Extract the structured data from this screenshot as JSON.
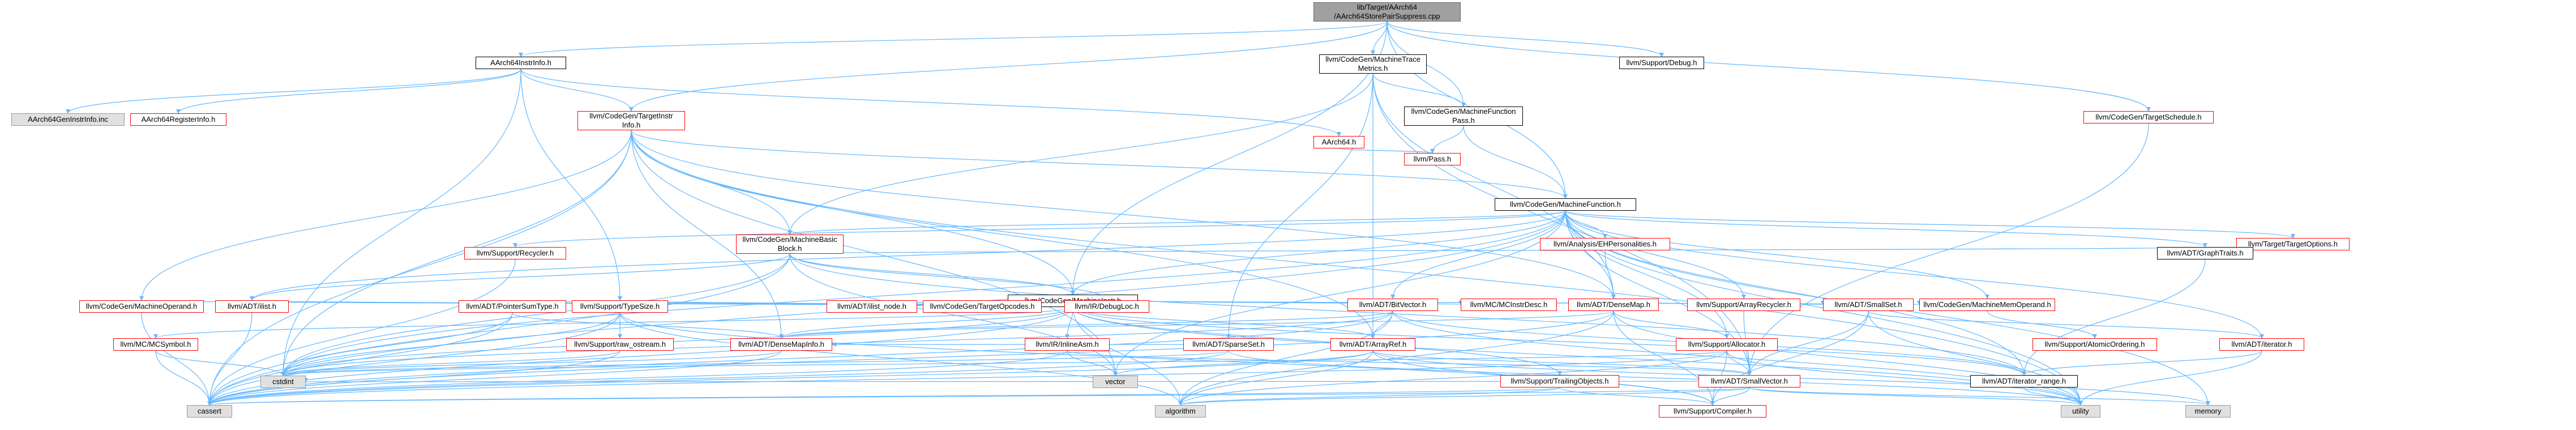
{
  "colors": {
    "edge": "#63b8ff",
    "edge_dark": "#4682b4",
    "node_border_red": "#ff0000",
    "node_border_black": "#000000",
    "node_border_gray": "#999999",
    "node_fill_gray": "#e0e0e0",
    "root_fill": "#a0a0a0"
  },
  "graph": {
    "nodes": [
      {
        "id": "root",
        "label": "lib/Target/AArch64\n/AArch64StorePairSuppress.cpp",
        "style": "root"
      },
      {
        "id": "aarch64instrinfo_h",
        "label": "AArch64InstrInfo.h",
        "style": "black"
      },
      {
        "id": "machinetracemetrics",
        "label": "llvm/CodeGen/MachineTrace\nMetrics.h",
        "style": "black"
      },
      {
        "id": "debug_h",
        "label": "llvm/Support/Debug.h",
        "style": "black"
      },
      {
        "id": "aarch64geninstrinfo",
        "label": "AArch64GenInstrInfo.inc",
        "style": "gray"
      },
      {
        "id": "aarch64registerinfo",
        "label": "AArch64RegisterInfo.h",
        "style": "red"
      },
      {
        "id": "targetinstrinfo",
        "label": "llvm/CodeGen/TargetInstr\nInfo.h",
        "style": "red"
      },
      {
        "id": "aarch64_h",
        "label": "AArch64.h",
        "style": "red"
      },
      {
        "id": "machinefunctionpass",
        "label": "llvm/CodeGen/MachineFunction\nPass.h",
        "style": "black"
      },
      {
        "id": "targetschedule",
        "label": "llvm/CodeGen/TargetSchedule.h",
        "style": "red"
      },
      {
        "id": "pass_h",
        "label": "llvm/Pass.h",
        "style": "red"
      },
      {
        "id": "machinefunction",
        "label": "llvm/CodeGen/MachineFunction.h",
        "style": "black"
      },
      {
        "id": "machinebasicblock",
        "label": "llvm/CodeGen/MachineBasic\nBlock.h",
        "style": "red"
      },
      {
        "id": "ehpersonalities",
        "label": "llvm/Analysis/EHPersonalities.h",
        "style": "red"
      },
      {
        "id": "targetoptions",
        "label": "llvm/Target/TargetOptions.h",
        "style": "red"
      },
      {
        "id": "recycler",
        "label": "llvm/Support/Recycler.h",
        "style": "red"
      },
      {
        "id": "graphtraits",
        "label": "llvm/ADT/GraphTraits.h",
        "style": "black"
      },
      {
        "id": "machineinstr",
        "label": "llvm/CodeGen/MachineInstr.h",
        "style": "black"
      },
      {
        "id": "machineoperand",
        "label": "llvm/CodeGen/MachineOperand.h",
        "style": "red"
      },
      {
        "id": "ilist_h",
        "label": "llvm/ADT/ilist.h",
        "style": "red"
      },
      {
        "id": "pointersumtype",
        "label": "llvm/ADT/PointerSumType.h",
        "style": "red"
      },
      {
        "id": "typesize",
        "label": "llvm/Support/TypeSize.h",
        "style": "red"
      },
      {
        "id": "ilist_node",
        "label": "llvm/ADT/ilist_node.h",
        "style": "red"
      },
      {
        "id": "targetopcodes",
        "label": "llvm/CodeGen/TargetOpcodes.h",
        "style": "red"
      },
      {
        "id": "debugloc",
        "label": "llvm/IR/DebugLoc.h",
        "style": "red"
      },
      {
        "id": "bitvector",
        "label": "llvm/ADT/BitVector.h",
        "style": "red"
      },
      {
        "id": "mcinstrdesc",
        "label": "llvm/MC/MCInstrDesc.h",
        "style": "red"
      },
      {
        "id": "densemap",
        "label": "llvm/ADT/DenseMap.h",
        "style": "red"
      },
      {
        "id": "arrayrecycler",
        "label": "llvm/Support/ArrayRecycler.h",
        "style": "red"
      },
      {
        "id": "smallset",
        "label": "llvm/ADT/SmallSet.h",
        "style": "red"
      },
      {
        "id": "machinememoperand",
        "label": "llvm/CodeGen/MachineMemOperand.h",
        "style": "red"
      },
      {
        "id": "iterator_h",
        "label": "llvm/ADT/iterator.h",
        "style": "red"
      },
      {
        "id": "mcsymbol",
        "label": "llvm/MC/MCSymbol.h",
        "style": "red"
      },
      {
        "id": "raw_ostream",
        "label": "llvm/Support/raw_ostream.h",
        "style": "red"
      },
      {
        "id": "densemapinfo",
        "label": "llvm/ADT/DenseMapInfo.h",
        "style": "red"
      },
      {
        "id": "inlineasm",
        "label": "llvm/IR/InlineAsm.h",
        "style": "red"
      },
      {
        "id": "sparseset",
        "label": "llvm/ADT/SparseSet.h",
        "style": "red"
      },
      {
        "id": "arrayref",
        "label": "llvm/ADT/ArrayRef.h",
        "style": "red"
      },
      {
        "id": "allocator",
        "label": "llvm/Support/Allocator.h",
        "style": "red"
      },
      {
        "id": "atomicordering",
        "label": "llvm/Support/AtomicOrdering.h",
        "style": "red"
      },
      {
        "id": "trailingobjects",
        "label": "llvm/Support/TrailingObjects.h",
        "style": "red"
      },
      {
        "id": "smallvector",
        "label": "llvm/ADT/SmallVector.h",
        "style": "red"
      },
      {
        "id": "iterator_range",
        "label": "llvm/ADT/iterator_range.h",
        "style": "black"
      },
      {
        "id": "cstdint",
        "label": "cstdint",
        "style": "gray"
      },
      {
        "id": "vector",
        "label": "vector",
        "style": "gray"
      },
      {
        "id": "cassert",
        "label": "cassert",
        "style": "gray"
      },
      {
        "id": "algorithm",
        "label": "algorithm",
        "style": "gray"
      },
      {
        "id": "compiler",
        "label": "llvm/Support/Compiler.h",
        "style": "red"
      },
      {
        "id": "utility",
        "label": "utility",
        "style": "gray"
      },
      {
        "id": "memory",
        "label": "memory",
        "style": "gray"
      }
    ],
    "edges": [
      [
        "root",
        "aarch64instrinfo_h"
      ],
      [
        "root",
        "machinetracemetrics"
      ],
      [
        "root",
        "debug_h"
      ],
      [
        "root",
        "targetinstrinfo"
      ],
      [
        "root",
        "machinefunctionpass"
      ],
      [
        "root",
        "targetschedule"
      ],
      [
        "root",
        "machinefunction"
      ],
      [
        "root",
        "machineinstr"
      ],
      [
        "aarch64instrinfo_h",
        "aarch64geninstrinfo"
      ],
      [
        "aarch64instrinfo_h",
        "aarch64registerinfo"
      ],
      [
        "aarch64instrinfo_h",
        "targetinstrinfo"
      ],
      [
        "aarch64instrinfo_h",
        "aarch64_h"
      ],
      [
        "aarch64instrinfo_h",
        "typesize"
      ],
      [
        "aarch64instrinfo_h",
        "cstdint"
      ],
      [
        "machinetracemetrics",
        "machinefunctionpass"
      ],
      [
        "machinetracemetrics",
        "machinebasicblock"
      ],
      [
        "machinetracemetrics",
        "sparseset"
      ],
      [
        "machinetracemetrics",
        "arrayref"
      ],
      [
        "machinetracemetrics",
        "densemap"
      ],
      [
        "machinetracemetrics",
        "smallvector"
      ],
      [
        "targetinstrinfo",
        "machinefunction"
      ],
      [
        "targetinstrinfo",
        "machinebasicblock"
      ],
      [
        "targetinstrinfo",
        "machineinstr"
      ],
      [
        "targetinstrinfo",
        "machineoperand"
      ],
      [
        "targetinstrinfo",
        "densemap"
      ],
      [
        "targetinstrinfo",
        "densemapinfo"
      ],
      [
        "targetinstrinfo",
        "arrayref"
      ],
      [
        "targetinstrinfo",
        "cstdint"
      ],
      [
        "targetinstrinfo",
        "cassert"
      ],
      [
        "targetinstrinfo",
        "vector"
      ],
      [
        "targetinstrinfo",
        "utility"
      ],
      [
        "aarch64_h",
        "pass_h"
      ],
      [
        "machinefunctionpass",
        "pass_h"
      ],
      [
        "machinefunctionpass",
        "machinefunction"
      ],
      [
        "targetschedule",
        "smallvector"
      ],
      [
        "machinefunction",
        "machinebasicblock"
      ],
      [
        "machinefunction",
        "ehpersonalities"
      ],
      [
        "machinefunction",
        "targetoptions"
      ],
      [
        "machinefunction",
        "recycler"
      ],
      [
        "machinefunction",
        "graphtraits"
      ],
      [
        "machinefunction",
        "machineinstr"
      ],
      [
        "machinefunction",
        "machinememoperand"
      ],
      [
        "machinefunction",
        "iterator_h"
      ],
      [
        "machinefunction",
        "bitvector"
      ],
      [
        "machinefunction",
        "densemap"
      ],
      [
        "machinefunction",
        "arrayrecycler"
      ],
      [
        "machinefunction",
        "allocator"
      ],
      [
        "machinefunction",
        "smallvector"
      ],
      [
        "machinefunction",
        "ilist_h"
      ],
      [
        "machinefunction",
        "iterator_range"
      ],
      [
        "machinefunction",
        "cassert"
      ],
      [
        "machinefunction",
        "cstdint"
      ],
      [
        "machinefunction",
        "memory"
      ],
      [
        "machinefunction",
        "utility"
      ],
      [
        "machinefunction",
        "vector"
      ],
      [
        "machinebasicblock",
        "machineinstr"
      ],
      [
        "machinebasicblock",
        "graphtraits"
      ],
      [
        "machinebasicblock",
        "ilist_h"
      ],
      [
        "machinebasicblock",
        "debugloc"
      ],
      [
        "machinebasicblock",
        "iterator_range"
      ],
      [
        "machinebasicblock",
        "cassert"
      ],
      [
        "machinebasicblock",
        "cstdint"
      ],
      [
        "machinebasicblock",
        "vector"
      ],
      [
        "ehpersonalities",
        "densemap"
      ],
      [
        "recycler",
        "cassert"
      ],
      [
        "graphtraits",
        "iterator_range"
      ],
      [
        "machineinstr",
        "machineoperand"
      ],
      [
        "machineinstr",
        "ilist_h"
      ],
      [
        "machineinstr",
        "pointersumtype"
      ],
      [
        "machineinstr",
        "typesize"
      ],
      [
        "machineinstr",
        "ilist_node"
      ],
      [
        "machineinstr",
        "targetopcodes"
      ],
      [
        "machineinstr",
        "debugloc"
      ],
      [
        "machineinstr",
        "mcinstrdesc"
      ],
      [
        "machineinstr",
        "densemapinfo"
      ],
      [
        "machineinstr",
        "inlineasm"
      ],
      [
        "machineinstr",
        "arrayref"
      ],
      [
        "machineinstr",
        "trailingobjects"
      ],
      [
        "machineinstr",
        "mcsymbol"
      ],
      [
        "machineinstr",
        "smallset"
      ],
      [
        "machineinstr",
        "iterator_range"
      ],
      [
        "machineinstr",
        "machinememoperand"
      ],
      [
        "machineinstr",
        "algorithm"
      ],
      [
        "machineinstr",
        "cassert"
      ],
      [
        "machineinstr",
        "cstdint"
      ],
      [
        "machineinstr",
        "utility"
      ],
      [
        "machineoperand",
        "cassert"
      ],
      [
        "ilist_h",
        "cassert"
      ],
      [
        "pointersumtype",
        "densemapinfo"
      ],
      [
        "pointersumtype",
        "cassert"
      ],
      [
        "pointersumtype",
        "cstdint"
      ],
      [
        "typesize",
        "raw_ostream"
      ],
      [
        "typesize",
        "compiler"
      ],
      [
        "typesize",
        "algorithm"
      ],
      [
        "typesize",
        "cassert"
      ],
      [
        "typesize",
        "cstdint"
      ],
      [
        "bitvector",
        "arrayref"
      ],
      [
        "bitvector",
        "densemapinfo"
      ],
      [
        "bitvector",
        "iterator_range"
      ],
      [
        "bitvector",
        "algorithm"
      ],
      [
        "bitvector",
        "cassert"
      ],
      [
        "bitvector",
        "cstdint"
      ],
      [
        "bitvector",
        "utility"
      ],
      [
        "densemap",
        "densemapinfo"
      ],
      [
        "densemap",
        "allocator"
      ],
      [
        "densemap",
        "compiler"
      ],
      [
        "densemap",
        "algorithm"
      ],
      [
        "densemap",
        "cassert"
      ],
      [
        "densemap",
        "utility"
      ],
      [
        "arrayrecycler",
        "smallvector"
      ],
      [
        "smallset",
        "smallvector"
      ],
      [
        "smallset",
        "iterator_h"
      ],
      [
        "smallset",
        "compiler"
      ],
      [
        "smallset",
        "utility"
      ],
      [
        "machinememoperand",
        "atomicordering"
      ],
      [
        "iterator_h",
        "iterator_range"
      ],
      [
        "iterator_h",
        "utility"
      ],
      [
        "mcsymbol",
        "cstdint"
      ],
      [
        "mcsymbol",
        "cassert"
      ],
      [
        "raw_ostream",
        "cassert"
      ],
      [
        "raw_ostream",
        "cstdint"
      ],
      [
        "densemapinfo",
        "cassert"
      ],
      [
        "densemapinfo",
        "cstdint"
      ],
      [
        "inlineasm",
        "smallvector"
      ],
      [
        "inlineasm",
        "cassert"
      ],
      [
        "inlineasm",
        "vector"
      ],
      [
        "sparseset",
        "densemapinfo"
      ],
      [
        "sparseset",
        "cassert"
      ],
      [
        "sparseset",
        "cstdint"
      ],
      [
        "sparseset",
        "utility"
      ],
      [
        "arrayref",
        "smallvector"
      ],
      [
        "arrayref",
        "compiler"
      ],
      [
        "arrayref",
        "algorithm"
      ],
      [
        "arrayref",
        "cassert"
      ],
      [
        "arrayref",
        "memory"
      ],
      [
        "arrayref",
        "vector"
      ],
      [
        "allocator",
        "smallvector"
      ],
      [
        "allocator",
        "compiler"
      ],
      [
        "allocator",
        "algorithm"
      ],
      [
        "allocator",
        "cassert"
      ],
      [
        "allocator",
        "cstdint"
      ],
      [
        "allocator",
        "utility"
      ],
      [
        "trailingobjects",
        "compiler"
      ],
      [
        "trailingobjects",
        "algorithm"
      ],
      [
        "trailingobjects",
        "cassert"
      ],
      [
        "smallvector",
        "compiler"
      ],
      [
        "smallvector",
        "algorithm"
      ],
      [
        "smallvector",
        "cassert"
      ],
      [
        "smallvector",
        "cstdint"
      ],
      [
        "smallvector",
        "memory"
      ],
      [
        "smallvector",
        "utility"
      ],
      [
        "iterator_range",
        "utility"
      ]
    ]
  }
}
